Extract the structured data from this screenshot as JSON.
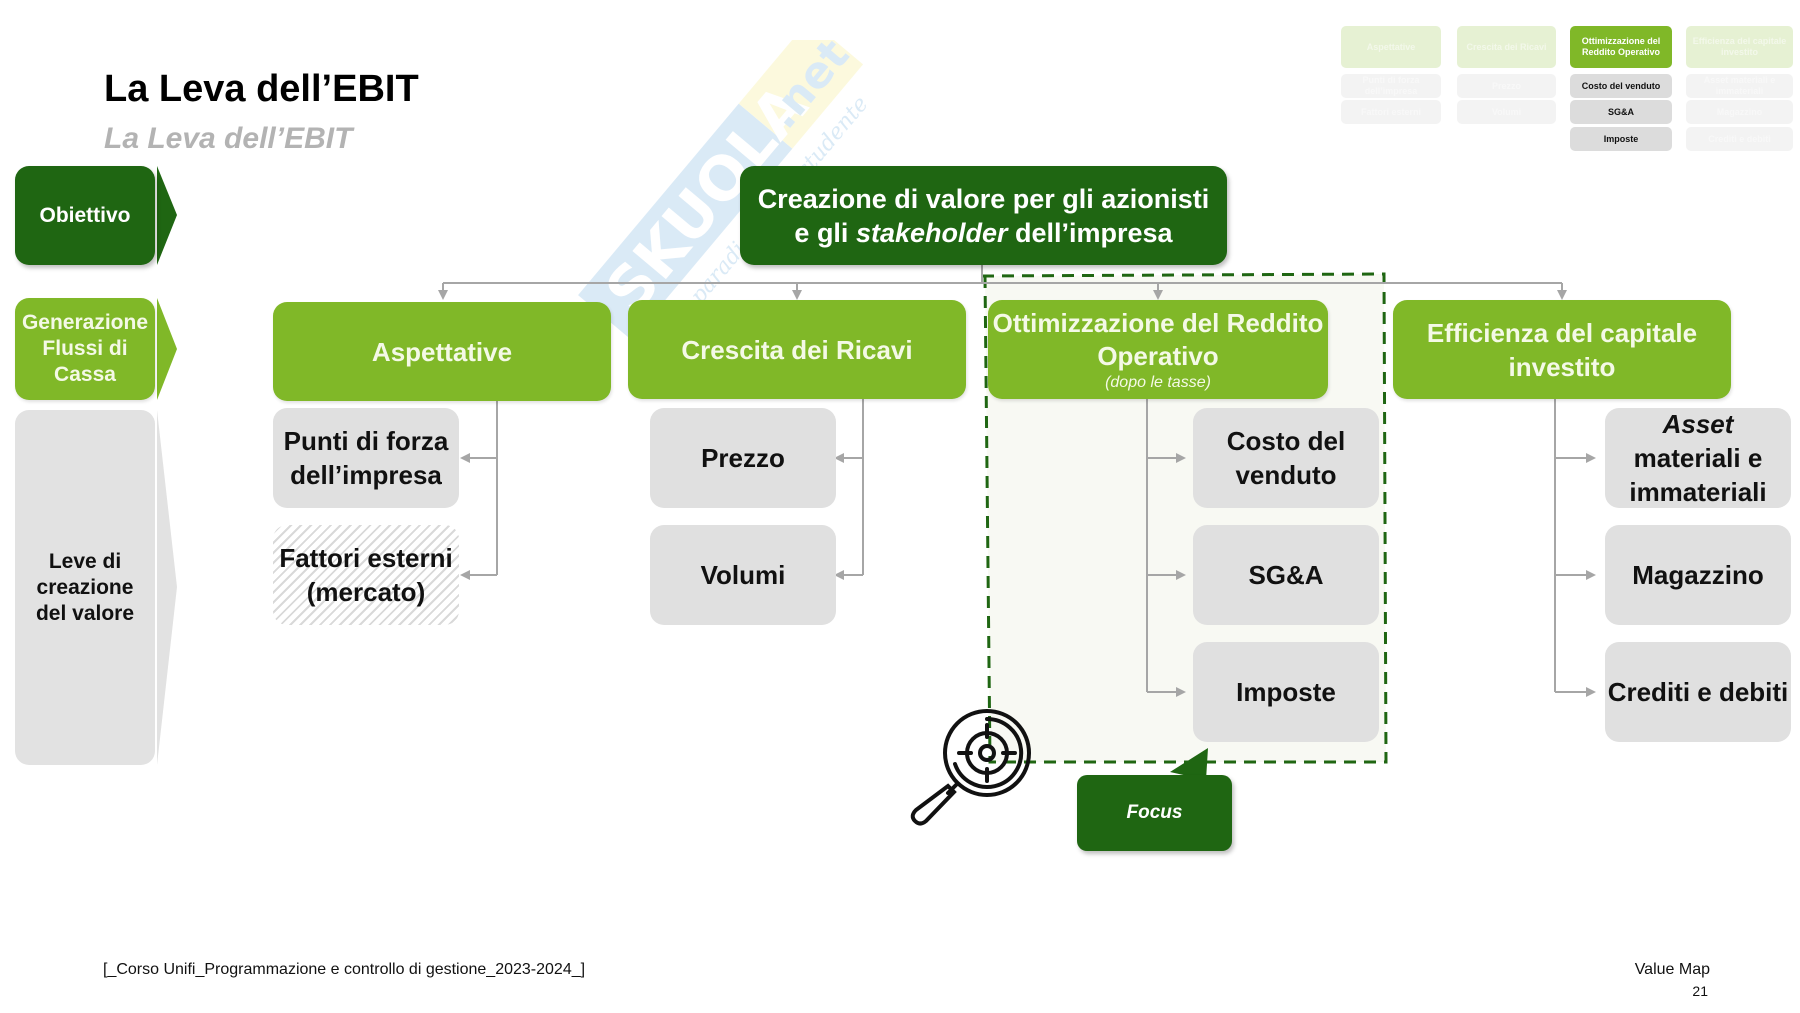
{
  "header": {
    "title": "La Leva dell’EBIT",
    "subtitle": "La Leva dell’EBIT"
  },
  "watermark": {
    "brand": "SKUOLA",
    "domain": ".net",
    "tagline": "il paradiso dello studente"
  },
  "left_column": [
    {
      "label": "Obiettivo"
    },
    {
      "label": "Generazione Flussi di Cassa"
    },
    {
      "label": "Leve di creazione del valore"
    }
  ],
  "objective": {
    "line1": "Creazione di valore per gli azionisti",
    "line2_prefix": "e gli ",
    "line2_italic": "stakeholder",
    "line2_suffix": " dell’impresa"
  },
  "drivers": [
    {
      "label": "Aspettative",
      "levers": [
        {
          "label": "Punti di forza dell’impresa",
          "style": "solid"
        },
        {
          "label": "Fattori esterni (mercato)",
          "style": "hatched"
        }
      ]
    },
    {
      "label": "Crescita dei Ricavi",
      "levers": [
        {
          "label": "Prezzo"
        },
        {
          "label": "Volumi"
        }
      ]
    },
    {
      "label": "Ottimizzazione del Reddito Operativo",
      "note": "(dopo le tasse)",
      "highlighted": true,
      "levers": [
        {
          "label": "Costo del venduto"
        },
        {
          "label": "SG&A"
        },
        {
          "label": "Imposte"
        }
      ]
    },
    {
      "label": "Efficienza del capitale investito",
      "levers": [
        {
          "label_italic": "Asset",
          "label": "materiali e immateriali"
        },
        {
          "label": "Magazzino"
        },
        {
          "label": "Crediti e debiti"
        }
      ]
    }
  ],
  "focus": {
    "label": "Focus",
    "icon": "magnifier-target-icon"
  },
  "minimap": {
    "headers": [
      "Aspettative",
      "Crescita dei Ricavi",
      "Ottimizzazione del Reddito Operativo",
      "Efficienza del capitale investito"
    ],
    "active_column": 2,
    "rows": [
      [
        "Punti di forza dell’impresa",
        "Prezzo",
        "Costo del venduto",
        "Asset materiali e immateriali"
      ],
      [
        "Fattori esterni",
        "Volumi",
        "SG&A",
        "Magazzino"
      ],
      [
        "",
        "",
        "Imposte",
        "Crediti e debiti"
      ]
    ]
  },
  "footer": {
    "course": "[_Corso Unifi_Programmazione e controllo di gestione_2023-2024_]",
    "section": "Value Map",
    "page_number": "21"
  },
  "colors": {
    "dark_green": "#1f6612",
    "light_green": "#80b828",
    "grey_box": "#e0e0e0",
    "connector": "#a6a6a6",
    "dashed_border": "#1f6612"
  }
}
